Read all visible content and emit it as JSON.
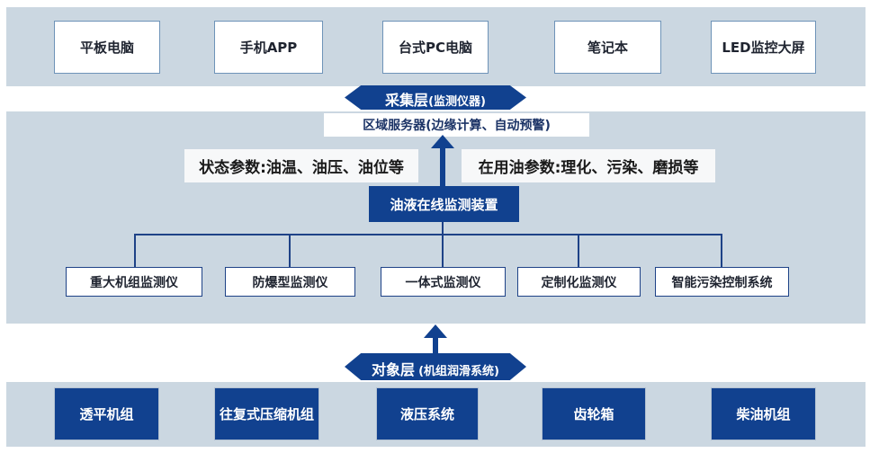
{
  "colors": {
    "band_background": "#cbd7e1",
    "primary_navy": "#11418f",
    "light_box_border": "#6e93b8",
    "dark_box_border": "#1e4287",
    "text_dark": "#1f2430",
    "white": "#ffffff"
  },
  "terminal_layer": {
    "devices": [
      "平板电脑",
      "手机APP",
      "台式PC电脑",
      "笔记本",
      "LED监控大屏"
    ]
  },
  "collection_layer": {
    "banner_title": "采集层",
    "banner_subtitle": "(监测仪器)",
    "server_label": "区域服务器(边缘计算、自动预警)",
    "status_params_label": "状态参数:油温、油压、油位等",
    "oil_params_label": "在用油参数:理化、污染、磨损等",
    "device_label": "油液在线监测装置",
    "monitors": [
      "重大机组监测仪",
      "防爆型监测仪",
      "一体式监测仪",
      "定制化监测仪",
      "智能污染控制系统"
    ]
  },
  "object_layer": {
    "banner_title": "对象层",
    "banner_subtitle": "(机组润滑系统)",
    "equipment": [
      "透平机组",
      "往复式压缩机组",
      "液压系统",
      "齿轮箱",
      "柴油机组"
    ]
  }
}
